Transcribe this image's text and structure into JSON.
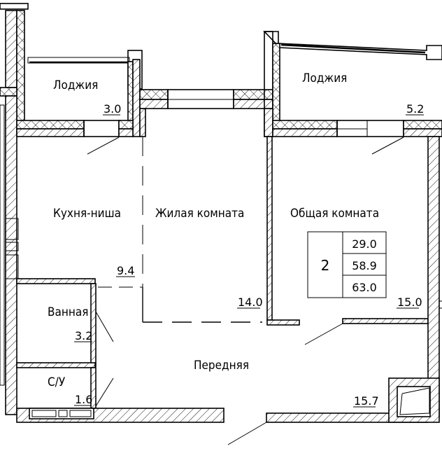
{
  "rooms": {
    "loggia_left": {
      "name": "Лоджия",
      "area": "3.0"
    },
    "loggia_right": {
      "name": "Лоджия",
      "area": "5.2"
    },
    "kitchen": {
      "name": "Кухня-ниша",
      "area": "9.4"
    },
    "living": {
      "name": "Жилая комната",
      "area": "14.0"
    },
    "common": {
      "name": "Общая комната",
      "area": "15.0"
    },
    "bathroom": {
      "name": "Ванная",
      "area": "3.2"
    },
    "wc": {
      "name": "С/У",
      "area": "1.6"
    },
    "hall": {
      "name": "Передняя",
      "area": "15.7"
    }
  },
  "summary": {
    "rooms_count": "2",
    "living_area": "29.0",
    "total_area": "58.9",
    "total_with_loggia": "63.0"
  }
}
